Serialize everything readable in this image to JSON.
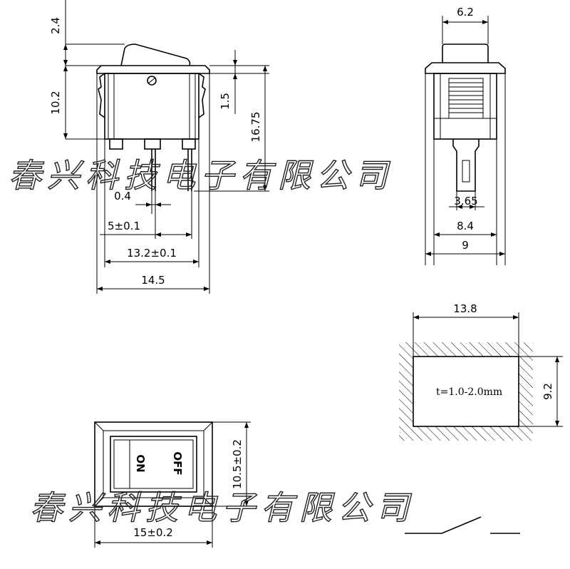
{
  "side_view": {
    "dim_top": "2.4",
    "dim_body_height": "10.2",
    "dim_flange": "1.5",
    "dim_total_height": "16.75",
    "dim_pin_width": "0.4",
    "dim_pin_pitch": "5±0.1",
    "dim_base_width": "13.2±0.1",
    "dim_flange_width": "14.5"
  },
  "end_view": {
    "dim_top_width": "6.2",
    "dim_pin": "3.65",
    "dim_body_width": "8.4",
    "dim_flange_width": "9"
  },
  "panel_cutout": {
    "dim_width": "13.8",
    "dim_height": "9.2",
    "thickness": "t=1.0-2.0mm"
  },
  "top_view": {
    "label_on": "ON",
    "label_off": "OFF",
    "dim_height": "10.5±0.2",
    "dim_width": "15±0.2"
  },
  "watermark": {
    "text_upper": "春兴科技电子有限公司",
    "text_lower": "春兴科技电子有限公司"
  }
}
